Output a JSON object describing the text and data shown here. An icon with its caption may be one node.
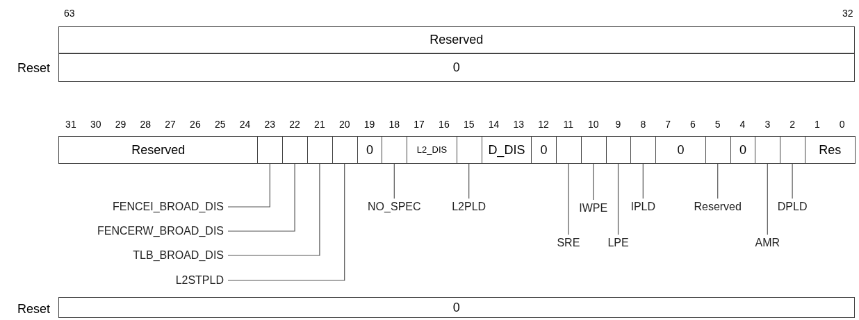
{
  "diagram": {
    "nodes": [
      {
        "text": [
          "Reserved"
        ]
      },
      {
        "text": [
          "0"
        ]
      },
      {
        "text": [
          "Reserved"
        ]
      },
      {
        "text": [],
        "shape": "box"
      },
      {
        "text": [],
        "shape": "box"
      },
      {
        "text": [],
        "shape": "box"
      },
      {
        "text": [],
        "shape": "box"
      },
      {
        "text": [
          "0"
        ]
      },
      {
        "text": [],
        "shape": "box"
      },
      {
        "text": [
          "L2_DIS"
        ]
      },
      {
        "text": [],
        "shape": "box"
      },
      {
        "text": [
          "D_DIS"
        ]
      },
      {
        "text": [
          "0"
        ]
      },
      {
        "text": [],
        "shape": "box"
      },
      {
        "text": [],
        "shape": "box"
      },
      {
        "text": [],
        "shape": "box"
      },
      {
        "text": [],
        "shape": "box"
      },
      {
        "text": [
          "0"
        ]
      },
      {
        "text": [],
        "shape": "box"
      },
      {
        "text": [
          "0"
        ]
      },
      {
        "text": [],
        "shape": "box"
      },
      {
        "text": [],
        "shape": "box"
      },
      {
        "text": [
          "Res"
        ]
      },
      {
        "text": [
          "0"
        ]
      },
      {
        "text": [
          "FENCEI_BROAD_DIS"
        ]
      },
      {
        "text": [
          "FENCERW_BROAD_DIS"
        ]
      },
      {
        "text": [
          "TLB_BROAD_DIS"
        ]
      },
      {
        "text": [
          "L2STPLD"
        ]
      },
      {
        "text": [
          "NO_SPEC"
        ]
      },
      {
        "text": [
          "L2PLD"
        ]
      },
      {
        "text": [
          "SRE"
        ]
      },
      {
        "text": [
          "IWPE"
        ]
      },
      {
        "text": [
          "LPE"
        ]
      },
      {
        "text": [
          "IPLD"
        ]
      },
      {
        "text": [
          "Reserved"
        ]
      },
      {
        "text": [
          "AMR"
        ]
      },
      {
        "text": [
          "DPLD"
        ]
      }
    ],
    "edges": [
      {
        "from": 24,
        "to": 3,
        "arrow": "none"
      },
      {
        "from": 25,
        "to": 4,
        "arrow": "none"
      },
      {
        "from": 26,
        "to": 5,
        "arrow": "none"
      },
      {
        "from": 27,
        "to": 6,
        "arrow": "none"
      },
      {
        "from": 28,
        "to": 8,
        "arrow": "none"
      },
      {
        "from": 29,
        "to": 10,
        "arrow": "none"
      },
      {
        "from": 30,
        "to": 13,
        "arrow": "none"
      },
      {
        "from": 31,
        "to": 14,
        "arrow": "none"
      },
      {
        "from": 32,
        "to": 15,
        "arrow": "none"
      },
      {
        "from": 33,
        "to": 16,
        "arrow": "none"
      },
      {
        "from": 34,
        "to": 18,
        "arrow": "none"
      },
      {
        "from": 35,
        "to": 20,
        "arrow": "none"
      },
      {
        "from": 36,
        "to": 21,
        "arrow": "none"
      }
    ],
    "labels": [
      "63",
      "32",
      "Reset",
      "31",
      "30",
      "29",
      "28",
      "27",
      "26",
      "25",
      "24",
      "23",
      "22",
      "21",
      "20",
      "19",
      "18",
      "17",
      "16",
      "15",
      "14",
      "13",
      "12",
      "11",
      "10",
      "9",
      "8",
      "7",
      "6",
      "5",
      "4",
      "3",
      "2",
      "1",
      "0",
      "Reset"
    ]
  }
}
